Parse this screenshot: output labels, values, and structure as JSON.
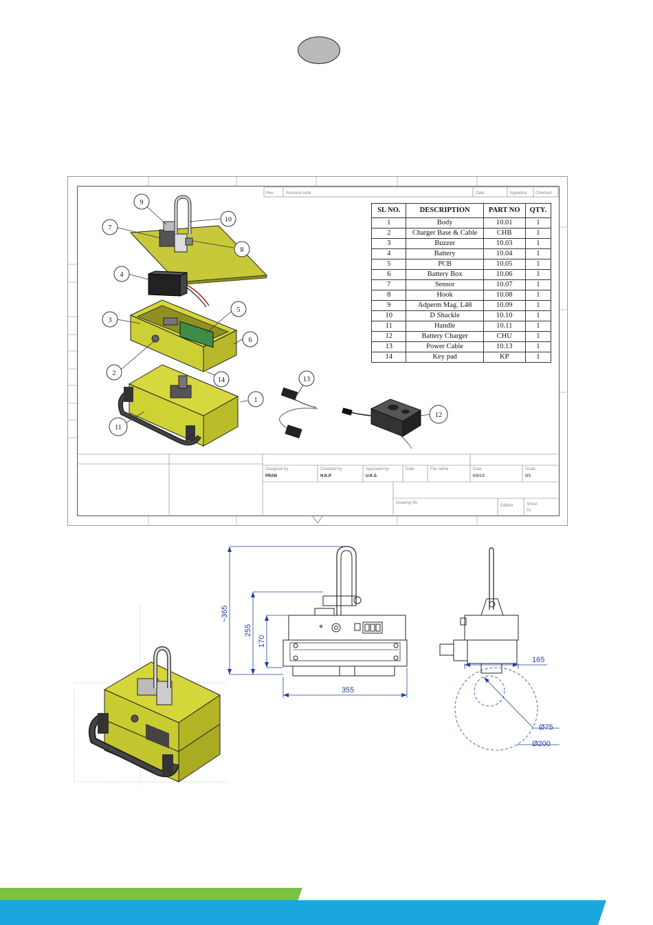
{
  "bom": {
    "headers": [
      "SL NO.",
      "DESCRIPTION",
      "PART NO",
      "QTY."
    ],
    "rows": [
      [
        "1",
        "Body",
        "10.01",
        "1"
      ],
      [
        "2",
        "Charger Base & Cable",
        "CHB",
        "1"
      ],
      [
        "3",
        "Buzzer",
        "10.03",
        "1"
      ],
      [
        "4",
        "Battery",
        "10.04",
        "1"
      ],
      [
        "5",
        "PCB",
        "10.05",
        "1"
      ],
      [
        "6",
        "Battery Box",
        "10.06",
        "1"
      ],
      [
        "7",
        "Sensor",
        "10.07",
        "1"
      ],
      [
        "8",
        "Hook",
        "10.08",
        "1"
      ],
      [
        "9",
        "Adperm Mag. L48",
        "10.09",
        "1"
      ],
      [
        "10",
        "D Shackle",
        "10.10",
        "1"
      ],
      [
        "11",
        "Handle",
        "10.11",
        "1"
      ],
      [
        "12",
        "Battery Charger",
        "CHU",
        "1"
      ],
      [
        "13",
        "Power Cable",
        "10.13",
        "1"
      ],
      [
        "14",
        "Key pad",
        "KP",
        "1"
      ]
    ]
  },
  "callouts": [
    "1",
    "2",
    "3",
    "4",
    "5",
    "6",
    "7",
    "8",
    "9",
    "10",
    "11",
    "12",
    "13",
    "14"
  ],
  "title_block": {
    "revision_header": [
      "Rev",
      "Revision note",
      "Date",
      "Signature",
      "Checked"
    ],
    "designed_by_label": "Designed by",
    "designed_by": "PRAN",
    "checked_by_label": "Checked by",
    "checked_by": "H.K.P",
    "approved_by_label": "Approved by",
    "approved_by": "U.K.S",
    "date_label": "Date",
    "file_name_label": "File name",
    "date2_label": "Date",
    "date2": "6/8/18",
    "scale_label": "Scale",
    "scale": "NS",
    "drawing_no_label": "Drawing No",
    "edition_label": "Edition",
    "sheet_label": "Sheet",
    "sheet": "01"
  },
  "dimensions": {
    "overall_height": "~365",
    "height_255": "255",
    "height_170": "170",
    "width_355": "355",
    "depth_165": "165",
    "dia_75": "Ø75",
    "dia_200": "Ø200"
  },
  "colors": {
    "body_yellow": "#cfd22a",
    "dimension_blue": "#1f3e9c",
    "band_green": "#7cc142",
    "band_blue": "#1aa7e0"
  }
}
